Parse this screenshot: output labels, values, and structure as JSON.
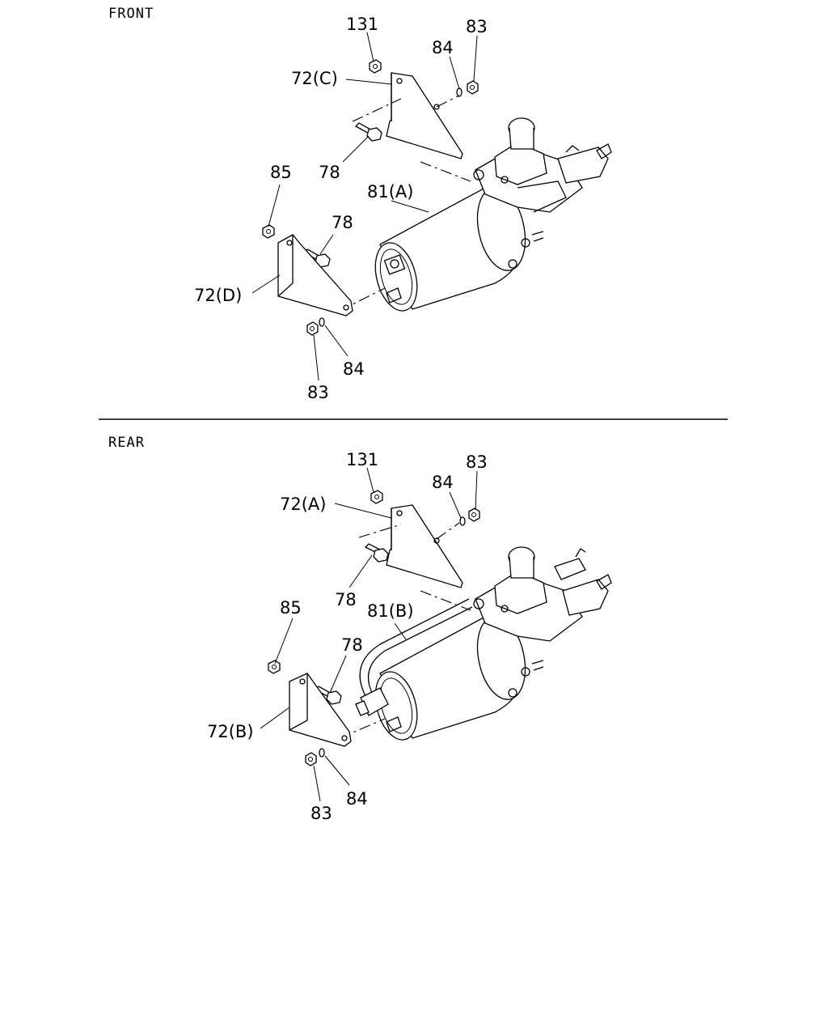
{
  "sections": {
    "front": {
      "title": "FRONT",
      "labels": {
        "nut_131": "131",
        "nut_83_top": "83",
        "washer_84_top": "84",
        "bracket": "72(C)",
        "bolt_78_top": "78",
        "nut_85": "85",
        "bolt_78_mid": "78",
        "motor": "81(A)",
        "bracket_lower": "72(D)",
        "washer_84_bottom": "84",
        "nut_83_bottom": "83"
      }
    },
    "rear": {
      "title": "REAR",
      "labels": {
        "nut_131": "131",
        "nut_83_top": "83",
        "washer_84_top": "84",
        "bracket": "72(A)",
        "bolt_78_top": "78",
        "nut_85": "85",
        "motor": "81(B)",
        "bolt_78_mid": "78",
        "bracket_lower": "72(B)",
        "washer_84_bottom": "84",
        "nut_83_bottom": "83"
      }
    }
  }
}
